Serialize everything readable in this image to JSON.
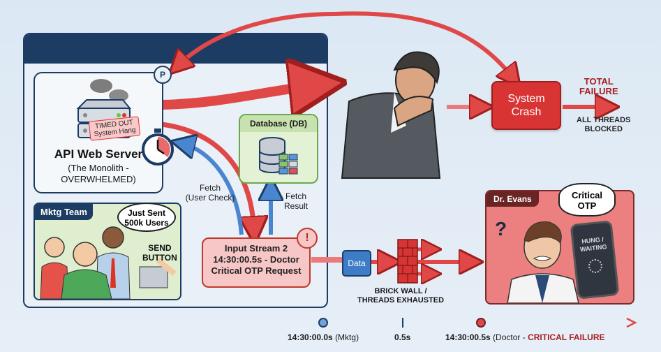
{
  "colors": {
    "navy": "#1d3c64",
    "red": "#d93434",
    "dark_red": "#a81f1f",
    "blue": "#3d7cc6",
    "green": "#6aa84f",
    "background": "#dfeaf5"
  },
  "server": {
    "title": "API Web Server",
    "subtitle_1": "(The Monolith -",
    "subtitle_2": "OVERWHELMED)",
    "badge_line1": "TIMED OUT",
    "badge_line2": "System Hang",
    "p_badge": "P",
    "icons": [
      "server-icon",
      "smoke-icon",
      "stopwatch-icon"
    ]
  },
  "mktg": {
    "tag": "Mktg Team",
    "bubble_line1": "Just Sent",
    "bubble_line2": "500k Users",
    "send_line1": "SEND",
    "send_line2": "BUTTON"
  },
  "database": {
    "title": "Database (DB)",
    "icon": "database-icon"
  },
  "arrows": {
    "fetch_user_line1": "Fetch",
    "fetch_user_line2": "(User Check)",
    "fetch_result_line1": "Fetch",
    "fetch_result_line2": "Result"
  },
  "input_stream": {
    "line1": "Input Stream 2",
    "line2": "14:30:00.5s - Doctor",
    "line3": "Critical OTP Request",
    "alert": "!"
  },
  "data_file": {
    "label": "Data"
  },
  "brick_wall": {
    "line1": "BRICK WALL /",
    "line2": "THREADS EXHAUSTED"
  },
  "crash": {
    "line1": "System",
    "line2": "Crash",
    "total_line1": "TOTAL",
    "total_line2": "FAILURE",
    "blocked_line1": "ALL THREADS",
    "blocked_line2": "BLOCKED"
  },
  "doctor": {
    "tag": "Dr. Evans",
    "thought_line1": "Critical",
    "thought_line2": "OTP",
    "phone_line1": "HUNG /",
    "phone_line2": "WAITING",
    "question": "?"
  },
  "timeline": {
    "mktg_time": "14:30:00.0s",
    "mktg_label": "(Mktg)",
    "delta": "0.5s",
    "doctor_time": "14:30:00.5s",
    "doctor_label": "(Doctor - ",
    "failure_label": "CRITICAL FAILURE"
  }
}
